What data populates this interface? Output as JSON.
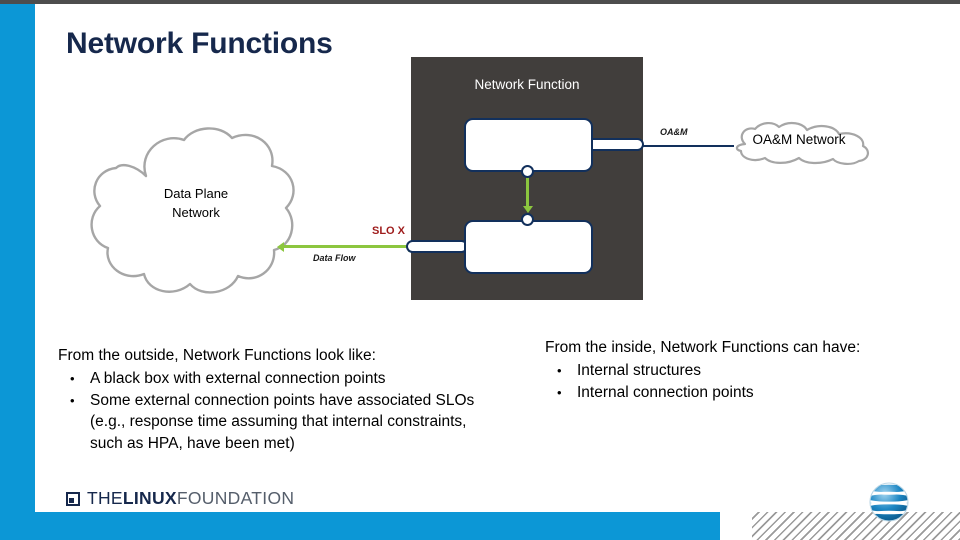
{
  "slide": {
    "title": "Network Functions"
  },
  "diagram": {
    "nf_box_label": "Network Function",
    "inner_boxes": [
      {
        "name": "internal-structure-top",
        "label": ""
      },
      {
        "name": "internal-structure-bottom",
        "label": ""
      }
    ],
    "connection_points": {
      "oam_stub": "",
      "data_stub": "",
      "internal_top": "",
      "internal_bottom": ""
    },
    "oam_link_label": "OA&M",
    "data_flow_label": "Data Flow",
    "slo_label": "SLO X",
    "clouds": [
      {
        "name": "data-plane-network",
        "label_line1": "Data Plane",
        "label_line2": "Network"
      },
      {
        "name": "oam-network",
        "label": "OA&M Network"
      }
    ]
  },
  "text_outside": {
    "heading": "From the outside, Network Functions look like:",
    "bullet_char": "•",
    "bullets": [
      "A black box with external connection points",
      "Some external connection points have associated SLOs (e.g., response time assuming that internal constraints, such as HPA, have been met)"
    ]
  },
  "text_inside": {
    "heading": "From the inside, Network Functions can have:",
    "bullet_char": "•",
    "bullets": [
      "Internal structures",
      "Internal connection points"
    ]
  },
  "footer": {
    "linux_foundation": {
      "the": "THE",
      "linux": "LINUX",
      "foundation": "FOUNDATION"
    }
  },
  "colors": {
    "accent_blue": "#0c97d6",
    "title_navy": "#16284c",
    "nf_box_dark": "#413e3c",
    "connector_navy": "#12305c",
    "arrow_green": "#8cc63f",
    "slo_red": "#9e1b1b",
    "cloud_gray": "#a6a6a6",
    "top_strip_gray": "#4d4d4d"
  }
}
